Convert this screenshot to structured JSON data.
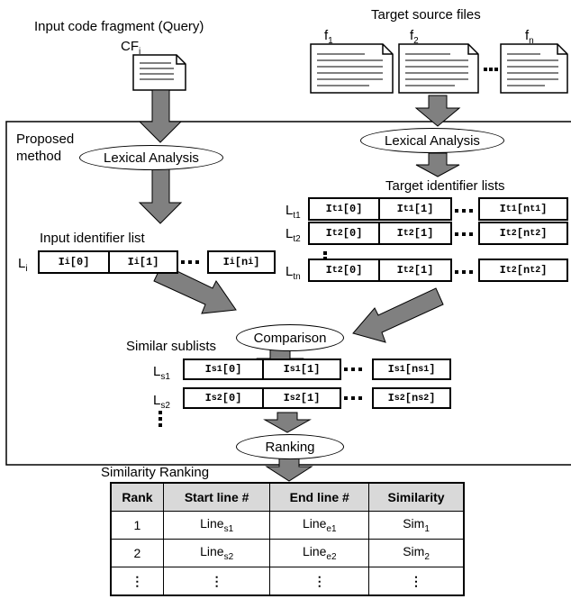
{
  "query_label": "Input code fragment (Query)",
  "query_file": "CFi",
  "target_label": "Target source files",
  "files": [
    "f1",
    "f2",
    "fn"
  ],
  "method_label_1": "Proposed",
  "method_label_2": "method",
  "lexical_1": "Lexical Analysis",
  "lexical_2": "Lexical Analysis",
  "target_lists_label": "Target identifier lists",
  "input_list_label": "Input identifier list",
  "comparison": "Comparison",
  "similar_label": "Similar sublists",
  "ranking": "Ranking",
  "ranking_title": "Similarity Ranking",
  "dots": "⋮",
  "input_list": {
    "name": "Li",
    "cells": [
      "Ii[0]",
      "Ii[1]",
      "Ii[ni]"
    ]
  },
  "target_lists": [
    {
      "name": "Lt1",
      "cells": [
        "It1[0]",
        "It1[1]",
        "It1[nt1]"
      ]
    },
    {
      "name": "Lt2",
      "cells": [
        "It2[0]",
        "It2[1]",
        "It2[nt2]"
      ]
    },
    {
      "name": "Ltn",
      "cells": [
        "It2[0]",
        "It2[1]",
        "It2[nt2]"
      ]
    }
  ],
  "similar_lists": [
    {
      "name": "Ls1",
      "cells": [
        "Is1[0]",
        "Is1[1]",
        "Is1[ns1]"
      ]
    },
    {
      "name": "Ls2",
      "cells": [
        "Is2[0]",
        "Is2[1]",
        "Is2[ns2]"
      ]
    }
  ],
  "table": {
    "headers": [
      "Rank",
      "Start line #",
      "End line #",
      "Similarity"
    ],
    "rows": [
      [
        "1",
        "Lines1",
        "Linee1",
        "Sim1"
      ],
      [
        "2",
        "Lines2",
        "Linee2",
        "Sim2"
      ],
      [
        "⋮",
        "⋮",
        "⋮",
        "⋮"
      ]
    ]
  }
}
